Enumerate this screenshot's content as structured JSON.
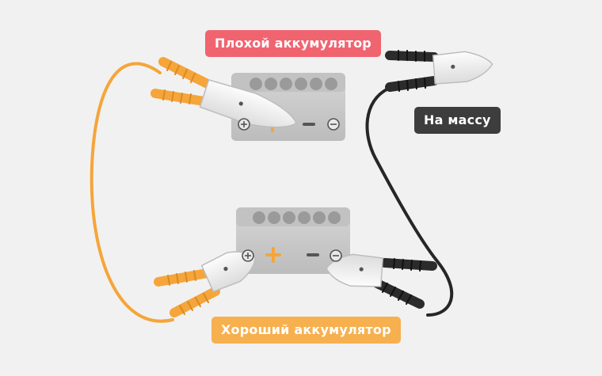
{
  "labels": {
    "bad_battery": "Плохой аккумулятор",
    "good_battery": "Хороший аккумулятор",
    "ground": "На массу"
  },
  "colors": {
    "background": "#f1f1f1",
    "bad_label": "#f06470",
    "good_label": "#f7b04e",
    "ground_label": "#3d3d3d",
    "positive_cable": "#f5a53a",
    "negative_cable": "#262626",
    "battery_body": "#c8c8c8",
    "battery_cells": "#9a9a9a",
    "plus_sign": "#f5a53a"
  },
  "icons": {
    "positive_terminal": "plus-circle-icon",
    "negative_terminal": "minus-circle-icon",
    "plus_marking": "plus-sign-icon",
    "minus_marking": "minus-sign-icon",
    "positive_clamp": "orange-clamp-icon",
    "negative_clamp": "black-clamp-icon"
  }
}
